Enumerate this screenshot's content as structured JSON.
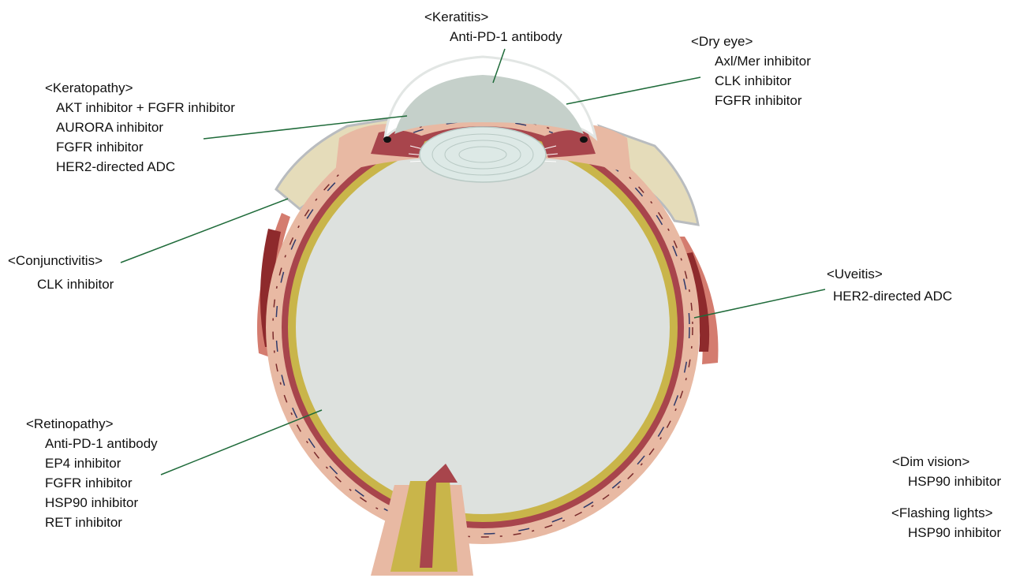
{
  "labels": {
    "keratitis": {
      "title": "<Keratitis>",
      "items": [
        "Anti-PD-1 antibody"
      ]
    },
    "dry_eye": {
      "title": "<Dry eye>",
      "items": [
        "Axl/Mer inhibitor",
        "CLK inhibitor",
        "FGFR inhibitor"
      ]
    },
    "keratopathy": {
      "title": "<Keratopathy>",
      "items": [
        "AKT inhibitor + FGFR inhibitor",
        "AURORA inhibitor",
        "FGFR inhibitor",
        "HER2-directed ADC"
      ]
    },
    "conjunctivitis": {
      "title": "<Conjunctivitis>",
      "items": [
        "CLK inhibitor"
      ]
    },
    "uveitis": {
      "title": "<Uveitis>",
      "items": [
        "HER2-directed ADC"
      ]
    },
    "retinopathy": {
      "title": "<Retinopathy>",
      "items": [
        "Anti-PD-1 antibody",
        "EP4 inhibitor",
        "FGFR inhibitor",
        "HSP90 inhibitor",
        "RET inhibitor"
      ]
    },
    "dim_vision": {
      "title": "<Dim vision>",
      "items": [
        "HSP90 inhibitor"
      ]
    },
    "flashing_lights": {
      "title": "<Flashing lights>",
      "items": [
        "HSP90 inhibitor"
      ]
    }
  },
  "colors": {
    "leader_line": "#1f6b3a",
    "vitreous": "#dde1de",
    "lens": "#dde9e6",
    "cornea_fluid": "#c5d0ca",
    "retina": "#c9b54a",
    "choroid": "#a8454c",
    "sclera": "#e8b9a3",
    "muscle": "#d47c6f",
    "conjunctiva": "#e5dcba"
  }
}
